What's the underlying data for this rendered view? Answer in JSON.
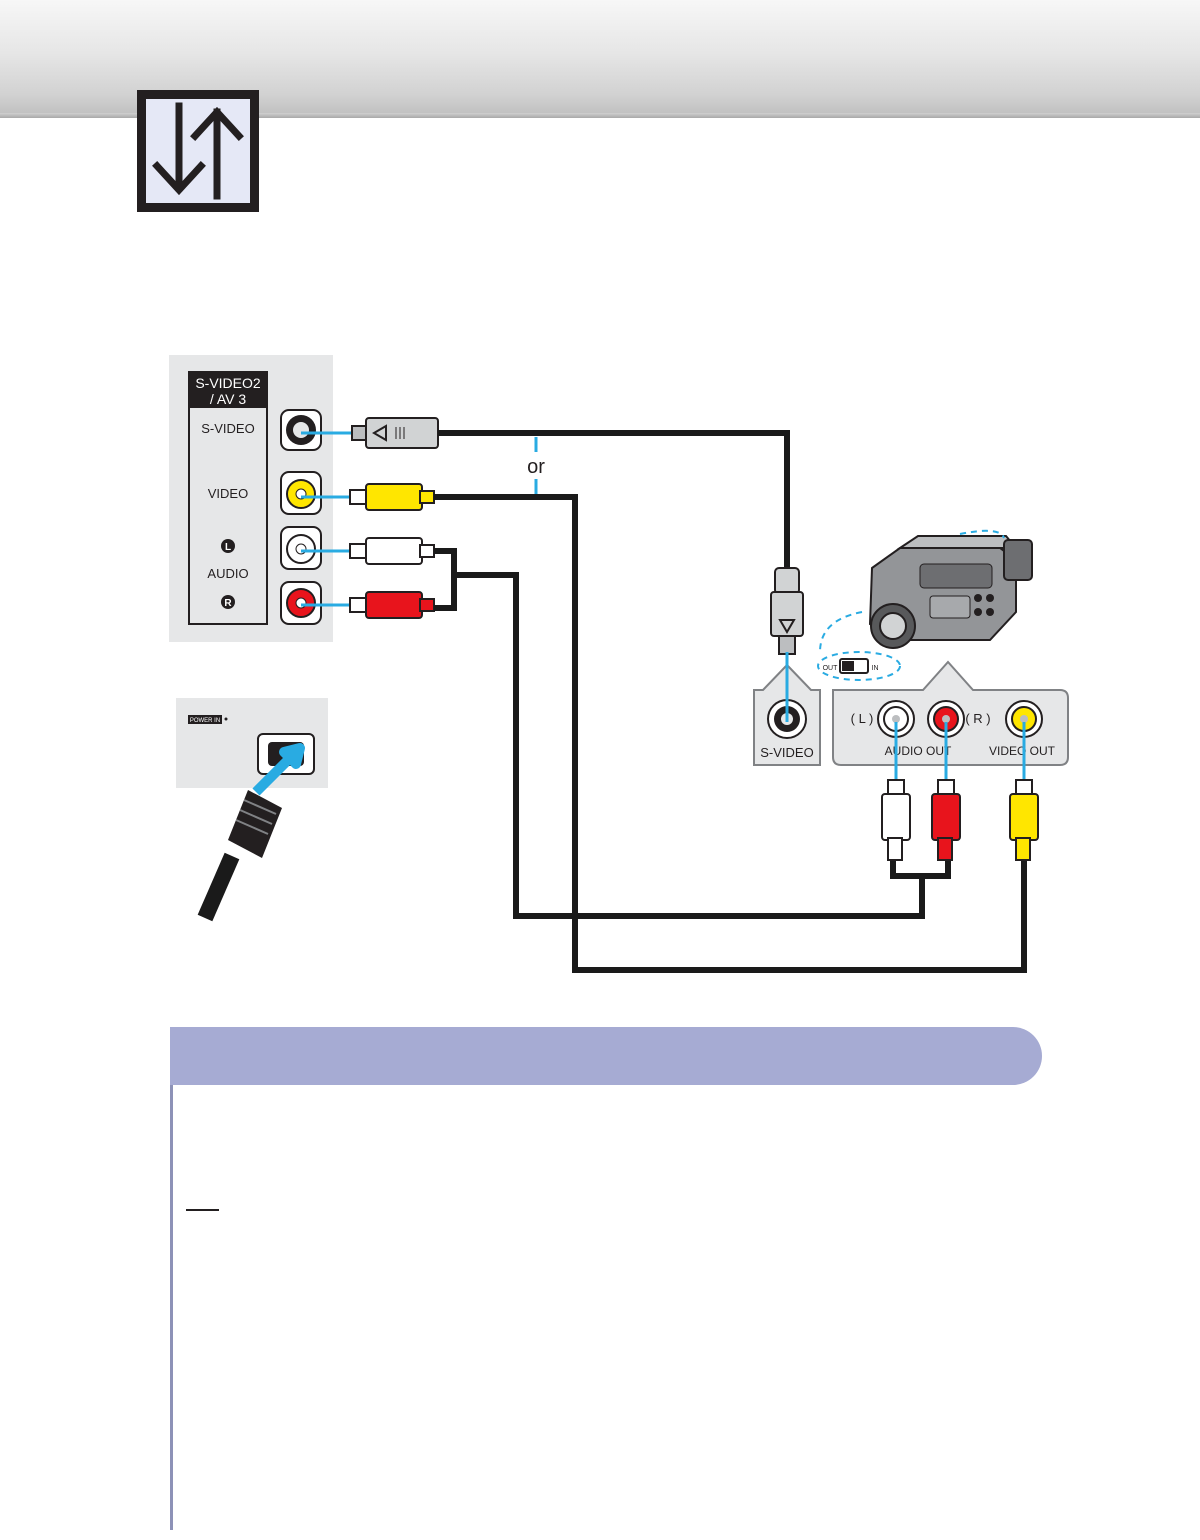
{
  "panel": {
    "title_line1": "S-VIDEO2",
    "title_line2": "/ AV 3",
    "svideo_label": "S-VIDEO",
    "video_label": "VIDEO",
    "audio_label": "AUDIO",
    "left_marker": "L",
    "right_marker": "R"
  },
  "power": {
    "label": "POWER IN"
  },
  "diagram": {
    "or_label": "or"
  },
  "camcorder": {
    "switch_out": "OUT",
    "switch_in": "IN",
    "svideo_jack_label": "S-VIDEO",
    "left_channel": "( L )",
    "right_channel": "( R )",
    "audio_out_label": "AUDIO OUT",
    "video_out_label": "VIDEO OUT"
  },
  "colors": {
    "cable": "#1a1a1a",
    "connector_line": "#29abe2",
    "video_yellow": "#ffe600",
    "audio_red": "#e8141c",
    "audio_white": "#ffffff",
    "note_bar": "#a6abd3"
  }
}
